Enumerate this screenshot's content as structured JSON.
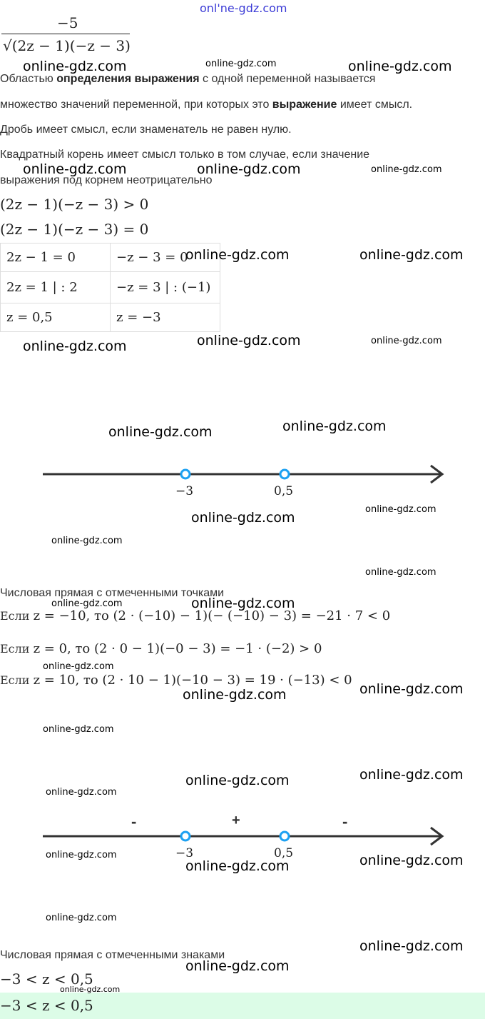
{
  "watermark": {
    "text": "online-gdz.com",
    "top_text": "onl'ne-gdz.com"
  },
  "fraction": {
    "numerator": "−5",
    "denominator": "√(2z − 1)(−z − 3)"
  },
  "paragraphs": {
    "p1_a": "Областью ",
    "p1_b": "определения выражения",
    "p1_c": " с одной переменной называется",
    "p2_a": "множество значений переменной, при которых это ",
    "p2_b": "выражение",
    "p2_c": " имеет смысл.",
    "p3": "Дробь имеет смысл, если знаменатель не равен нулю.",
    "p4": "Квадратный корень имеет смысл только в том случае, если значение",
    "p5": "выражения под корнем неотрицательно"
  },
  "equations": {
    "ineq": "(2z − 1)(−z − 3) > 0",
    "eq": "(2z − 1)(−z − 3) = 0"
  },
  "table": [
    [
      "2z − 1 = 0",
      "−z − 3 = 0"
    ],
    [
      "2z = 1   | : 2",
      "−z = 3   | : (−1)"
    ],
    [
      "z = 0,5",
      "z = −3"
    ]
  ],
  "numberline1": {
    "points": [
      "−3",
      "0,5"
    ],
    "caption": "Числовая прямая с отмеченными точками"
  },
  "checks": [
    {
      "prefix": "Если ",
      "expr": "z = −10, то (2 · (−10) − 1)(− (−10) − 3) = −21 · 7  <  0"
    },
    {
      "prefix": "Если ",
      "expr": "z = 0, то (2 · 0 − 1)(−0 − 3) = −1 · (−2)  >  0"
    },
    {
      "prefix": "Если ",
      "expr": "z = 10, то (2 · 10 − 1)(−10 − 3) = 19 · (−13)  <  0"
    }
  ],
  "numberline2": {
    "points": [
      "−3",
      "0,5"
    ],
    "signs": [
      "-",
      "+",
      "-"
    ],
    "caption": "Числовая прямая с отмеченными знаками"
  },
  "result": "−3  <  z  <  0,5",
  "answer": "−3  <  z  <  0,5",
  "colors": {
    "point": "#1da1f2",
    "answer_bg": "#dcfce7"
  }
}
